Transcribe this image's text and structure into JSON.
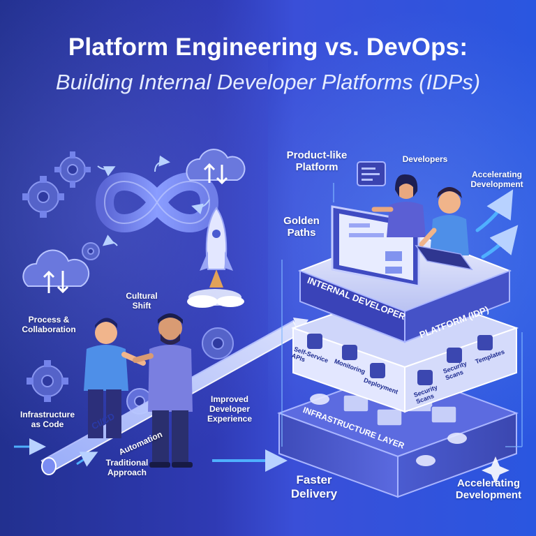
{
  "title": {
    "main": "Platform Engineering vs. DevOps:",
    "subtitle": "Building Internal Developer Platforms (IDPs)"
  },
  "left_labels": {
    "cultural_shift": "Cultural\nShift",
    "process_collab": "Process &\nCollaboration",
    "infra_as_code": "Infrastructure\nas Code",
    "cicd": "CI/CD",
    "automation": "Automation",
    "traditional": "Traditional\nApproach",
    "improved_dx": "Improved\nDeveloper\nExperience"
  },
  "right_labels": {
    "product_like": "Product-like\nPlatform",
    "developers": "Developers",
    "accelerating_top": "Accelerating\nDevelopment",
    "golden_paths": "Golden\nPaths",
    "idp_left": "INTERNAL DEVELOPER",
    "idp_right": "PLATFORM (IDP)",
    "self_service": "Self-Service\nAPIs",
    "monitoring": "Monitoring",
    "deployment": "Deployment",
    "security_scans_1": "Security\nScans",
    "security_scans_2": "Security\nScans",
    "templates": "Templates",
    "infra_layer": "INFRASTRUCTURE LAYER",
    "faster_delivery": "Faster\nDelivery",
    "accelerating_bottom": "Accelerating\nDevelopment"
  },
  "colors": {
    "bg_left": "#2a318f",
    "bg_right": "#2f55de",
    "platform_top": "#d8dcf8",
    "platform_side": "#3a3fb0",
    "accent_blue": "#4fb0ff"
  },
  "icons": [
    "gear-icon",
    "infinity-icon",
    "cloud-upload-icon",
    "cloud-download-icon",
    "rocket-icon",
    "server-icon",
    "code-window-icon",
    "trend-arrow-icon"
  ]
}
